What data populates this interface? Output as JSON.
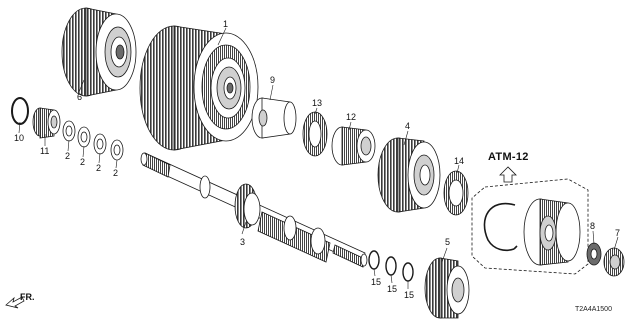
{
  "section_ref": "ATM-12",
  "direction_label": "FR.",
  "drawing_code": "T2A4A1500",
  "callouts": [
    "1",
    "2",
    "2",
    "2",
    "2",
    "3",
    "4",
    "5",
    "6",
    "7",
    "8",
    "9",
    "10",
    "11",
    "12",
    "13",
    "14",
    "15",
    "15",
    "15"
  ],
  "colors": {
    "line": "#1a1a1a",
    "fill": "#ffffff",
    "shade": "#d0d0d0",
    "dark": "#6b6b6b"
  }
}
